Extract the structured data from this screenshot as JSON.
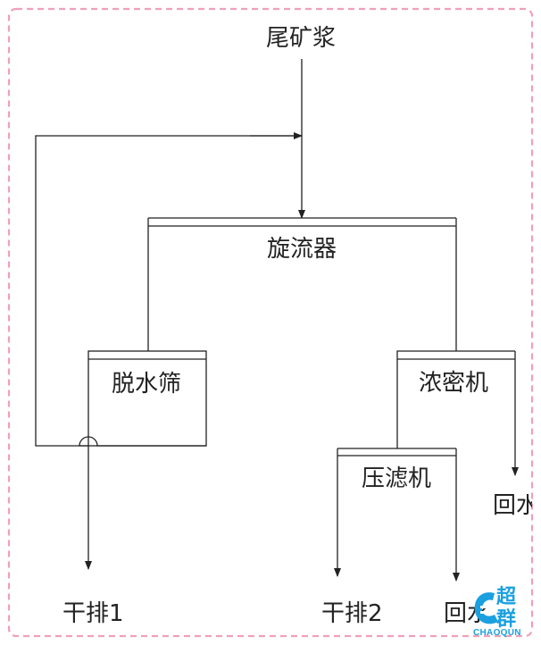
{
  "nodes": {
    "tailings": "尾矿浆",
    "hydrocyclone": "旋流器",
    "dewatering_screen": "脱水筛",
    "thickener": "浓密机",
    "filter_press": "压滤机"
  },
  "outputs": {
    "dry_discharge_1": "干排1",
    "dry_discharge_2": "干排2",
    "return_water_1": "回水",
    "return_water_2": "回水"
  },
  "logo": {
    "brand": "超群",
    "sub": "CHAOQUN"
  },
  "colors": {
    "frame": "#f0a0b8",
    "line": "#222222",
    "logo": "#1aa0e0"
  }
}
